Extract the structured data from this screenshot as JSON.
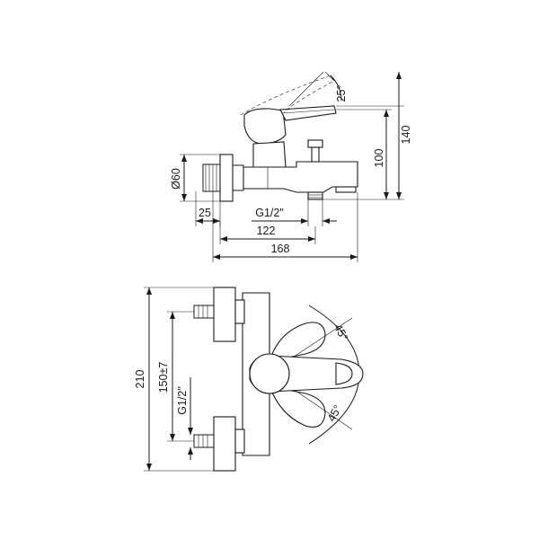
{
  "side_view": {
    "angle": "25°",
    "height_total": "140",
    "height_outlet": "100",
    "diameter": "Ø60",
    "depth_thread": "25",
    "thread": "G1/2\"",
    "length_outlet": "122",
    "length_total": "168"
  },
  "top_view": {
    "height_total": "210",
    "spacing": "150±7",
    "thread": "G1/2\"",
    "angle_upper": "45°",
    "angle_lower": "45°"
  }
}
